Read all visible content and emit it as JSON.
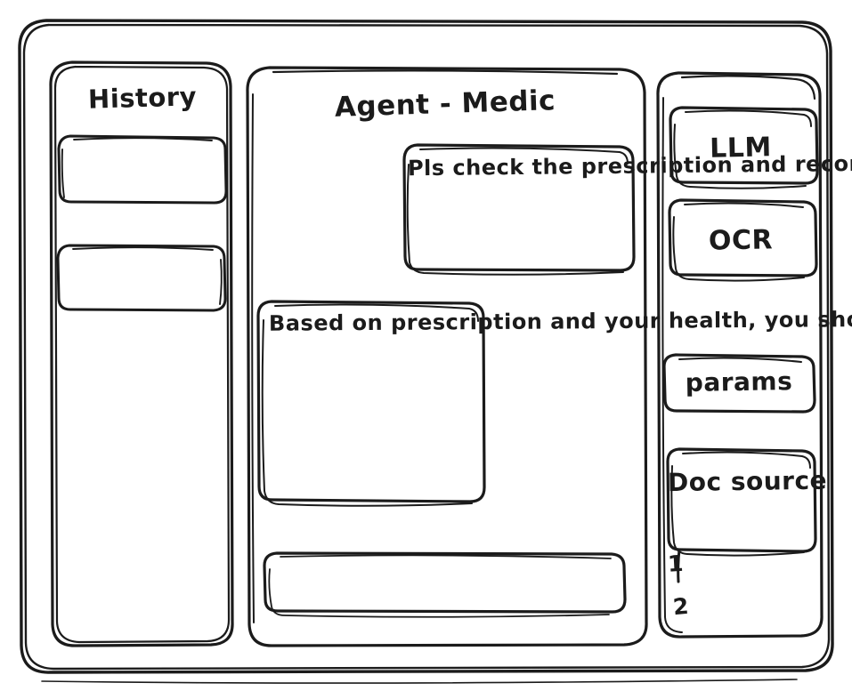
{
  "app": {
    "style": "hand-drawn-wireframe",
    "ink_color": "#1b1b1b",
    "background_color": "#ffffff"
  },
  "sidebar_left": {
    "title": "History",
    "items": [
      {
        "label": ""
      },
      {
        "label": ""
      }
    ]
  },
  "main": {
    "title": "Agent - Medic",
    "messages": [
      {
        "role": "user",
        "text": "Pls check the prescription and recommend",
        "align": "right"
      },
      {
        "role": "assistant",
        "text": "Based on prescription and your health, you should ...",
        "align": "left"
      }
    ],
    "composer": {
      "value": "",
      "placeholder": ""
    }
  },
  "sidebar_right": {
    "tools": [
      {
        "label": "LLM"
      },
      {
        "label": "OCR"
      }
    ],
    "params": {
      "label": "params"
    },
    "doc_source": {
      "label": "Doc source",
      "items": [
        {
          "label": "1"
        },
        {
          "label": "2"
        }
      ]
    }
  }
}
